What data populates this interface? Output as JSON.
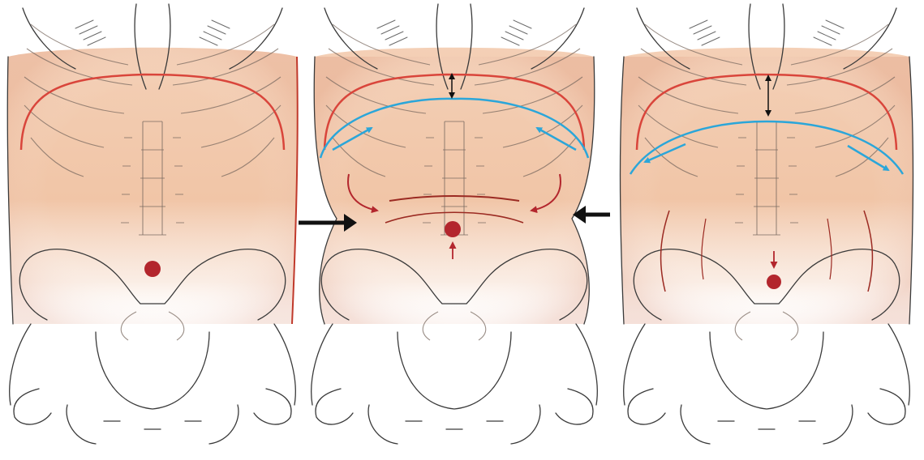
{
  "panels": [
    {
      "state": "neutral",
      "umbilicus": "neutral",
      "colors": {
        "red": "#d9453b",
        "dot": "#b3262d"
      }
    },
    {
      "state": "contracted-inward",
      "umbilicus": "elevated",
      "colors": {
        "red": "#d9453b",
        "blue": "#2ba6d9",
        "dot": "#b3262d",
        "arrow": "#111111"
      }
    },
    {
      "state": "expanded-outward",
      "umbilicus": "lowered",
      "colors": {
        "red": "#d9453b",
        "blue": "#2ba6d9",
        "dot": "#b3262d",
        "arrow": "#111111"
      }
    }
  ],
  "colors": {
    "skin": "#f1c7aa",
    "skin_shadow": "#d98e72",
    "outline": "#3a3a3a",
    "diaphragm_red": "#d9453b",
    "diaphragm_blue": "#2ba6d9",
    "muscle_arrow": "#b3262d"
  }
}
